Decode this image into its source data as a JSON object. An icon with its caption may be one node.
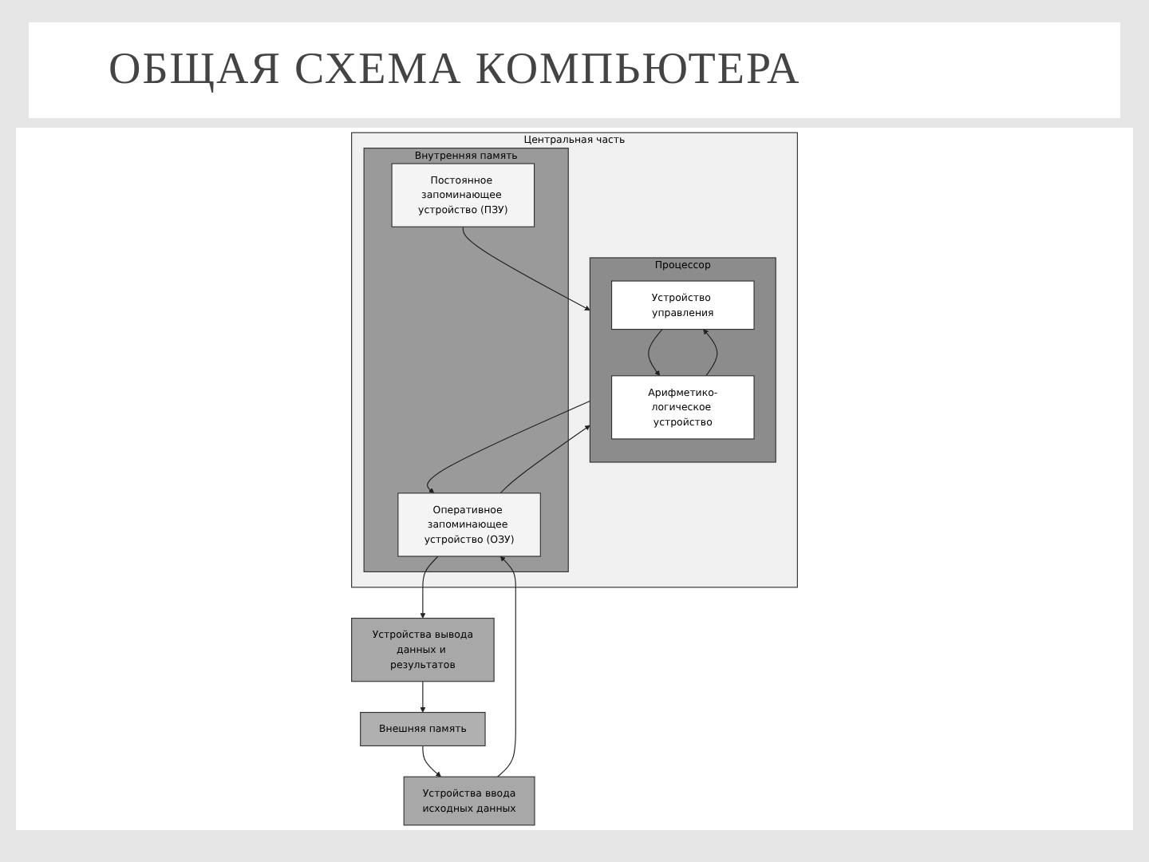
{
  "diagram": {
    "title": "ОБЩАЯ СХЕМА КОМПЬЮТЕРА",
    "nodes": [
      {
        "text": [
          "Устройства ввода",
          "исходных данных"
        ]
      },
      {
        "text": [
          "Центральная часть"
        ]
      },
      {
        "text": [
          "Процессор"
        ],
        "in": 1
      },
      {
        "text": [
          "Устройство управления"
        ],
        "in": 2
      },
      {
        "text": [
          "Арифметико-логическое устройство"
        ],
        "in": 2
      },
      {
        "text": [
          "Внутренняя память"
        ],
        "in": 1
      },
      {
        "text": [
          "Оперативное запоминающее устройство (ОЗУ)"
        ],
        "in": 5
      },
      {
        "text": [
          "Постоянное запоминающее устройство (ПЗУ)"
        ],
        "in": 5
      },
      {
        "text": [
          "Устройства вывода",
          "данных и результатов"
        ]
      },
      {
        "text": [
          "Внешняя память"
        ]
      }
    ],
    "edges": [
      {
        "from": 9,
        "to": 0,
        "arrow": "to"
      },
      {
        "from": 0,
        "to": 6,
        "arrow": "to"
      },
      {
        "from": 6,
        "to": 8,
        "arrow": "to"
      },
      {
        "from": 8,
        "to": 9,
        "arrow": "to"
      },
      {
        "from": 2,
        "to": 6,
        "arrow": "to"
      },
      {
        "from": 6,
        "to": 2,
        "arrow": "to"
      },
      {
        "from": 7,
        "to": 2,
        "arrow": "to"
      },
      {
        "from": 4,
        "to": 3,
        "arrow": "to"
      },
      {
        "from": 3,
        "to": 4,
        "arrow": "to"
      }
    ]
  }
}
